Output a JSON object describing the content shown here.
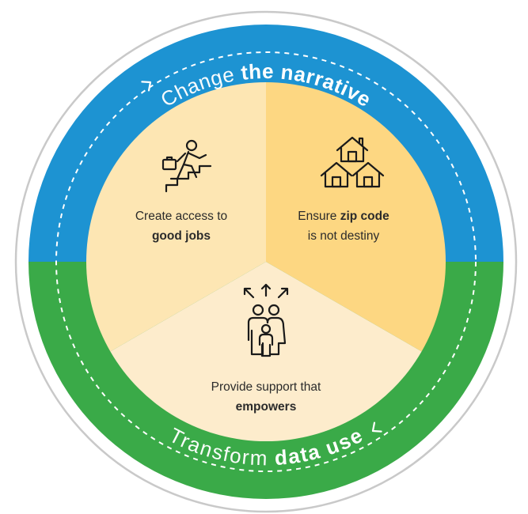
{
  "colors": {
    "outer_ring_stroke": "#c8c8c8",
    "top_band": "#1d93d2",
    "bottom_band": "#3aaa48",
    "segment_top_left": "#fde6b3",
    "segment_top_right": "#fdd782",
    "segment_bottom": "#fdeccc",
    "dashed_path": "#ffffff"
  },
  "ring": {
    "top": {
      "light": "Change",
      "bold": "the narrative"
    },
    "bottom": {
      "light": "Transform",
      "bold": "data use"
    }
  },
  "segments": {
    "jobs": {
      "icon": "person-climbing-stairs-with-briefcase-icon",
      "line1": "Create access to",
      "line2": "good jobs"
    },
    "zip": {
      "icon": "three-houses-icon",
      "line1_regular": "Ensure ",
      "line1_bold": "zip code",
      "line2": "is not destiny"
    },
    "support": {
      "icon": "family-with-arrows-icon",
      "line1": "Provide support that",
      "line2": "empowers"
    }
  }
}
